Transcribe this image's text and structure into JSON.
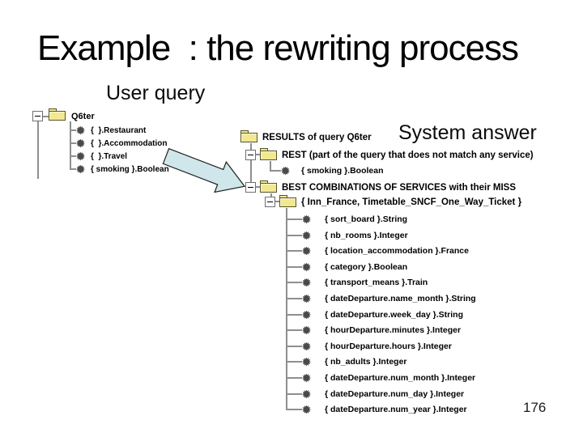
{
  "slide": {
    "title": "Example  : the rewriting process",
    "page_number": "176"
  },
  "labels": {
    "user_query": "User query",
    "system_answer": "System answer"
  },
  "user_query_tree": {
    "root": "Q6ter",
    "children": [
      "{  }.Restaurant",
      "{  }.Accommodation",
      "{  }.Travel",
      "{ smoking }.Boolean"
    ]
  },
  "system_answer_tree": {
    "root": "RESULTS of query Q6ter",
    "rest": {
      "label": "REST (part of the query that does not match any service)",
      "children": [
        "{ smoking }.Boolean"
      ]
    },
    "best": {
      "label": "BEST COMBINATIONS OF SERVICES with their MISS",
      "combination": {
        "label": "{ Inn_France, Timetable_SNCF_One_Way_Ticket }",
        "children": [
          "{ sort_board }.String",
          "{ nb_rooms }.Integer",
          "{ location_accommodation }.France",
          "{ category }.Boolean",
          "{ transport_means }.Train",
          "{ dateDeparture.name_month }.String",
          "{ dateDeparture.week_day }.String",
          "{ hourDeparture.minutes }.Integer",
          "{ hourDeparture.hours }.Integer",
          "{ nb_adults }.Integer",
          "{ dateDeparture.num_month }.Integer",
          "{ dateDeparture.num_day }.Integer",
          "{ dateDeparture.num_year }.Integer"
        ]
      }
    }
  },
  "icons": {
    "expander": "minus-box-icon",
    "node": "folder-icon",
    "leaf": "starburst-icon",
    "flow": "block-arrow-down-right-icon"
  },
  "colors": {
    "background": "#ffffff",
    "text": "#000000",
    "folder_fill": "#f2e892",
    "folder_outline": "#55552a",
    "tree_line": "#8f8f8f",
    "leaf_icon": "#4a4a4a",
    "arrow_fill": "#cfe7ea",
    "arrow_outline": "#1f1f1f"
  }
}
